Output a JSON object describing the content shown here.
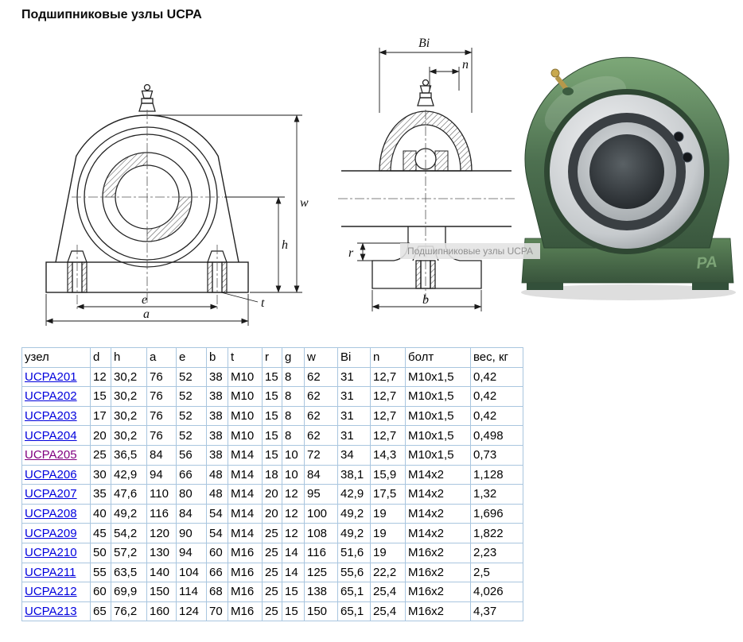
{
  "page": {
    "title": "Подшипниковые узлы UCPA"
  },
  "figure": {
    "watermark": "Подшипниковые узлы UCPA",
    "photo_cast_text": "PA",
    "front_labels": {
      "w": "w",
      "h": "h",
      "e": "e",
      "a": "a",
      "t": "t"
    },
    "side_labels": {
      "bi": "Bi",
      "n": "n",
      "r": "r",
      "b": "b"
    }
  },
  "colors": {
    "link": "#0000dd",
    "link_visited": "#800080",
    "table_border": "#a9c6df"
  },
  "table": {
    "headers": [
      "узел",
      "d",
      "h",
      "a",
      "e",
      "b",
      "t",
      "r",
      "g",
      "w",
      "Bi",
      "n",
      "болт",
      "вес, кг"
    ],
    "rows": [
      {
        "model": "UCPA201",
        "visited": false,
        "values": [
          "12",
          "30,2",
          "76",
          "52",
          "38",
          "M10",
          "15",
          "8",
          "62",
          "31",
          "12,7",
          "M10x1,5",
          "0,42"
        ]
      },
      {
        "model": "UCPA202",
        "visited": false,
        "values": [
          "15",
          "30,2",
          "76",
          "52",
          "38",
          "M10",
          "15",
          "8",
          "62",
          "31",
          "12,7",
          "M10x1,5",
          "0,42"
        ]
      },
      {
        "model": "UCPA203",
        "visited": false,
        "values": [
          "17",
          "30,2",
          "76",
          "52",
          "38",
          "M10",
          "15",
          "8",
          "62",
          "31",
          "12,7",
          "M10x1,5",
          "0,42"
        ]
      },
      {
        "model": "UCPA204",
        "visited": false,
        "values": [
          "20",
          "30,2",
          "76",
          "52",
          "38",
          "M10",
          "15",
          "8",
          "62",
          "31",
          "12,7",
          "M10x1,5",
          "0,498"
        ]
      },
      {
        "model": "UCPA205",
        "visited": true,
        "values": [
          "25",
          "36,5",
          "84",
          "56",
          "38",
          "M14",
          "15",
          "10",
          "72",
          "34",
          "14,3",
          "M10x1,5",
          "0,73"
        ]
      },
      {
        "model": "UCPA206",
        "visited": false,
        "values": [
          "30",
          "42,9",
          "94",
          "66",
          "48",
          "M14",
          "18",
          "10",
          "84",
          "38,1",
          "15,9",
          "M14x2",
          "1,128"
        ]
      },
      {
        "model": "UCPA207",
        "visited": false,
        "values": [
          "35",
          "47,6",
          "110",
          "80",
          "48",
          "M14",
          "20",
          "12",
          "95",
          "42,9",
          "17,5",
          "M14x2",
          "1,32"
        ]
      },
      {
        "model": "UCPA208",
        "visited": false,
        "values": [
          "40",
          "49,2",
          "116",
          "84",
          "54",
          "M14",
          "20",
          "12",
          "100",
          "49,2",
          "19",
          "M14x2",
          "1,696"
        ]
      },
      {
        "model": "UCPA209",
        "visited": false,
        "values": [
          "45",
          "54,2",
          "120",
          "90",
          "54",
          "M14",
          "25",
          "12",
          "108",
          "49,2",
          "19",
          "M14x2",
          "1,822"
        ]
      },
      {
        "model": "UCPA210",
        "visited": false,
        "values": [
          "50",
          "57,2",
          "130",
          "94",
          "60",
          "M16",
          "25",
          "14",
          "116",
          "51,6",
          "19",
          "M16x2",
          "2,23"
        ]
      },
      {
        "model": "UCPA211",
        "visited": false,
        "values": [
          "55",
          "63,5",
          "140",
          "104",
          "66",
          "M16",
          "25",
          "14",
          "125",
          "55,6",
          "22,2",
          "M16x2",
          "2,5"
        ]
      },
      {
        "model": "UCPA212",
        "visited": false,
        "values": [
          "60",
          "69,9",
          "150",
          "114",
          "68",
          "M16",
          "25",
          "15",
          "138",
          "65,1",
          "25,4",
          "M16x2",
          "4,026"
        ]
      },
      {
        "model": "UCPA213",
        "visited": false,
        "values": [
          "65",
          "76,2",
          "160",
          "124",
          "70",
          "M16",
          "25",
          "15",
          "150",
          "65,1",
          "25,4",
          "M16x2",
          "4,37"
        ]
      }
    ]
  }
}
